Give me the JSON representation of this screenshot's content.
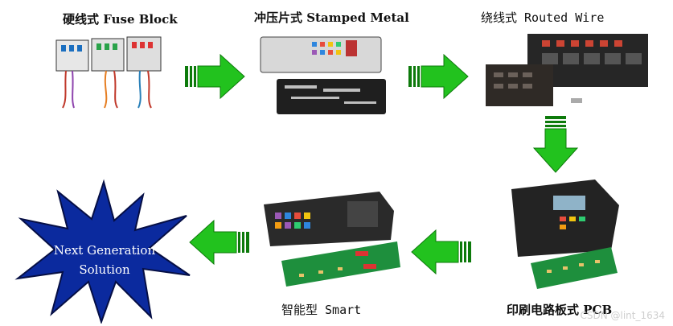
{
  "stages": [
    {
      "label": "硬线式 Fuse Block"
    },
    {
      "label": "冲压片式  Stamped Metal"
    },
    {
      "label": "绕线式 Routed Wire"
    },
    {
      "label": "印刷电路板式 PCB"
    },
    {
      "label": "智能型 Smart"
    }
  ],
  "target": {
    "line1": "Next Generation",
    "line2": "Solution"
  },
  "watermark": "CSDN @lint_1634",
  "colors": {
    "arrow_fill": "#22c21e",
    "arrow_edge": "#0d7a0b",
    "star_fill": "#0b2a9e",
    "box_body": "#2a2a2a"
  }
}
